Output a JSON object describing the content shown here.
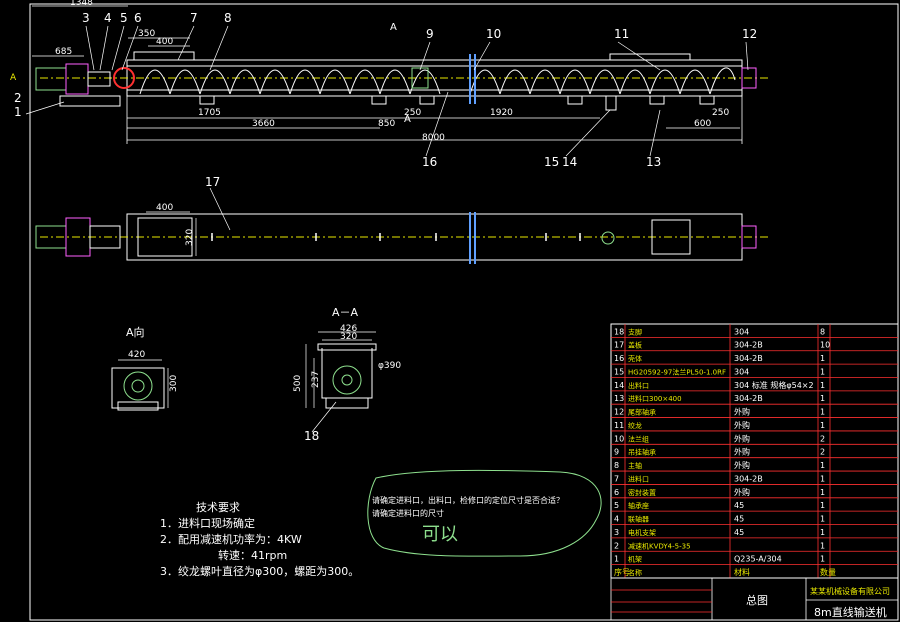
{
  "top_dims": {
    "d1348": "1348",
    "d685": "685",
    "d350": "350",
    "d400": "400",
    "d1705": "1705",
    "d3660": "3660",
    "d850": "850",
    "d250a": "250",
    "d1920": "1920",
    "d600": "600",
    "d250b": "250",
    "d8000": "8000"
  },
  "section_mark": "A",
  "balloons_top": [
    "1",
    "2",
    "3",
    "4",
    "5",
    "6",
    "7",
    "8",
    "9",
    "10",
    "11",
    "12",
    "13",
    "14",
    "15",
    "16"
  ],
  "plan": {
    "balloon": "17",
    "d400": "400",
    "d320": "320"
  },
  "view_a": {
    "title": "A向",
    "d420": "420",
    "d300": "300"
  },
  "section_aa": {
    "title": "A－A",
    "d426": "426",
    "d320": "320",
    "d500": "500",
    "d237": "237",
    "phi": "φ390",
    "balloon": "18"
  },
  "tech": {
    "heading": "技术要求",
    "line1": "1．进料口现场确定",
    "line2a": "2．配用减速机功率为：4KW",
    "line2b": "转速：41rpm",
    "line3": "3．绞龙螺叶直径为φ300，螺距为300。"
  },
  "bubble": {
    "q1": "请确定进料口，出料口，检修口的定位尺寸是否合适？",
    "q2": "请确定进料口的尺寸",
    "answer": "可以"
  },
  "bom": [
    {
      "no": "18",
      "name": "支脚",
      "mat": "304",
      "qty": "8"
    },
    {
      "no": "17",
      "name": "盖板",
      "mat": "304-2B",
      "qty": "10"
    },
    {
      "no": "16",
      "name": "壳体",
      "mat": "304-2B",
      "qty": "1"
    },
    {
      "no": "15",
      "name": "HG20592-97法兰PL50-1.0RF",
      "mat": "304",
      "qty": "1"
    },
    {
      "no": "14",
      "name": "出料口",
      "mat": "304 标准",
      "extra": "规格φ54×2",
      "qty": "1"
    },
    {
      "no": "13",
      "name": "进料口300×400",
      "mat": "304-2B",
      "qty": "1"
    },
    {
      "no": "12",
      "name": "尾部轴承",
      "mat": "外购",
      "qty": "1"
    },
    {
      "no": "11",
      "name": "绞龙",
      "mat": "外购",
      "qty": "1"
    },
    {
      "no": "10",
      "name": "法兰组",
      "mat": "外购",
      "qty": "2"
    },
    {
      "no": "9",
      "name": "吊挂轴承",
      "mat": "外购",
      "qty": "2"
    },
    {
      "no": "8",
      "name": "主轴",
      "mat": "外购",
      "qty": "1"
    },
    {
      "no": "7",
      "name": "进料口",
      "mat": "304-2B",
      "qty": "1"
    },
    {
      "no": "6",
      "name": "密封装置",
      "mat": "外购",
      "qty": "1"
    },
    {
      "no": "5",
      "name": "轴承座",
      "mat": "45",
      "qty": "1"
    },
    {
      "no": "4",
      "name": "联轴器",
      "mat": "45",
      "qty": "1"
    },
    {
      "no": "3",
      "name": "电机支架",
      "mat": "45",
      "qty": "1"
    },
    {
      "no": "2",
      "name": "减速机KVDY4-5-35",
      "mat": "",
      "qty": "1"
    },
    {
      "no": "1",
      "name": "机架",
      "mat": "Q235-A/304",
      "qty": "1"
    }
  ],
  "bom_header": {
    "no": "序号",
    "name": "名称",
    "mat": "材料",
    "qty": "数量"
  },
  "title_block": {
    "company": "某某机械设备有限公司",
    "drawing": "总图",
    "product": "8m直线输送机"
  }
}
